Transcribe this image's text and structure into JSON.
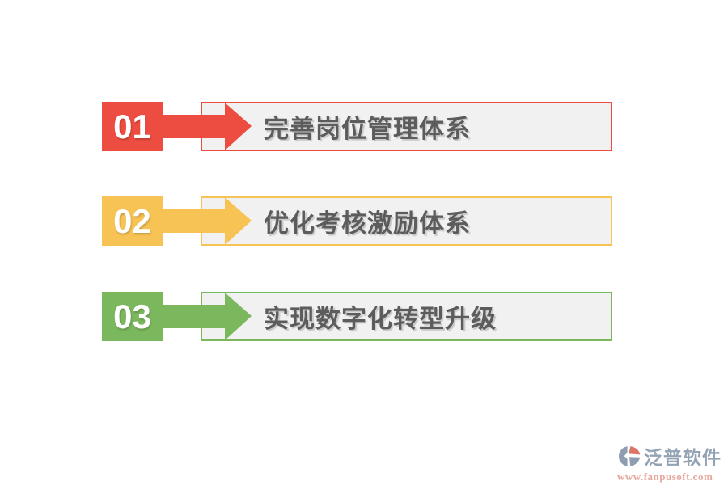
{
  "page": {
    "background_color": "#ffffff",
    "box_fill_color": "#f1f1f2",
    "title_text_color": "#5c5c5c"
  },
  "steps": [
    {
      "number": "01",
      "title": "完善岗位管理体系",
      "color": "#ed4c40"
    },
    {
      "number": "02",
      "title": "优化考核激励体系",
      "color": "#f8c355"
    },
    {
      "number": "03",
      "title": "实现数字化转型升级",
      "color": "#7bb75d"
    }
  ],
  "watermark": {
    "brand": "泛普软件",
    "url": "www.fanpusoft.com",
    "brand_color": "#94a3b4",
    "url_color": "#e8a79d",
    "logo_gray": "#8e9daf",
    "logo_red": "#dd7468"
  }
}
